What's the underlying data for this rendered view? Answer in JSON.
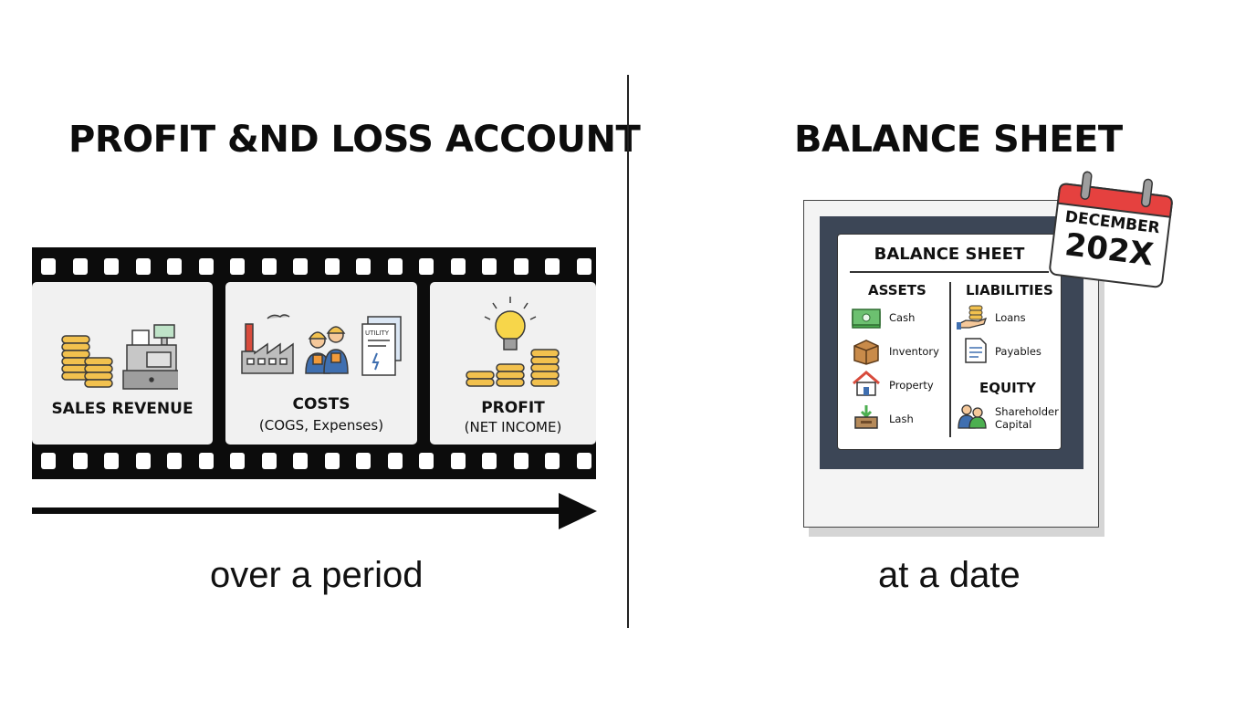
{
  "left": {
    "title": "PROFIT &ND LOSS ACCOUNT",
    "frames": [
      {
        "label": "SALES REVENUE",
        "sub": ""
      },
      {
        "label": "COSTS",
        "sub": "(COGS, Expenses)",
        "icon_text": "UTILITY"
      },
      {
        "label": "PROFIT",
        "sub": "(NET INCOME)"
      }
    ],
    "caption": "over a period"
  },
  "right": {
    "title": "BALANCE SHEET",
    "sheet": {
      "title": "BALANCE SHEET",
      "assets_header": "ASSETS",
      "liabilities_header": "LIABILITIES",
      "equity_header": "EQUITY",
      "assets": [
        {
          "label": "Cash",
          "icon": "cash-icon"
        },
        {
          "label": "Inventory",
          "icon": "box-icon"
        },
        {
          "label": "Property",
          "icon": "house-icon"
        },
        {
          "label": "Lash",
          "icon": "inbox-icon"
        }
      ],
      "liabilities": [
        {
          "label": "Loans",
          "icon": "hand-coins-icon"
        },
        {
          "label": "Payables",
          "icon": "document-icon"
        }
      ],
      "equity": [
        {
          "label1": "Shareholder",
          "label2": "Capital",
          "icon": "people-icon"
        }
      ]
    },
    "calendar": {
      "month": "DECEMBER",
      "year": "202X"
    },
    "caption": "at a date"
  },
  "colors": {
    "coin": "#f2c14e",
    "coin_edge": "#3a3a3a",
    "calendar_red": "#e5413f",
    "frame_dark": "#3c4656",
    "cash_green": "#4caf50"
  }
}
